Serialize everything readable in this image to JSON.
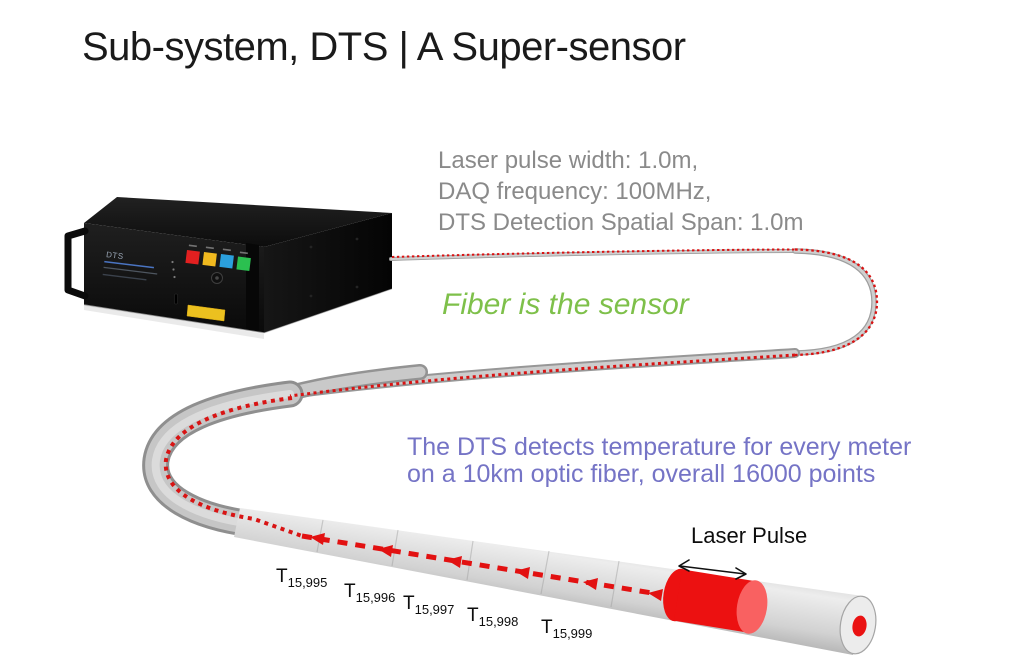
{
  "slide": {
    "title": "Sub-system, DTS | A Super-sensor"
  },
  "specs": {
    "lines": [
      "Laser pulse width: 1.0m,",
      "DAQ frequency: 100MHz,",
      "DTS Detection Spatial Span: 1.0m"
    ]
  },
  "fiber_caption": "Fiber is the sensor",
  "detection_caption": {
    "lines": [
      "The DTS detects temperature for every meter",
      "on a 10km optic fiber, overall 16000 points"
    ]
  },
  "laser_pulse": {
    "label": "Laser Pulse"
  },
  "temps": [
    {
      "base": "T",
      "sub": "15,995"
    },
    {
      "base": "T",
      "sub": "15,996"
    },
    {
      "base": "T",
      "sub": "15,997"
    },
    {
      "base": "T",
      "sub": "15,998"
    },
    {
      "base": "T",
      "sub": "15,999"
    }
  ],
  "device": {
    "panel_text": "DTS",
    "indicator_colors": [
      "#e32020",
      "#f0b91f",
      "#2ba0dd",
      "#2bc050"
    ],
    "label_color": "#ecc11f"
  },
  "colors": {
    "title_text": "#1a1a1a",
    "specs_text": "#8a8a8a",
    "fiber_caption_text": "#7ec04a",
    "detection_caption_text": "#7574c6",
    "laser_red": "#ec1111",
    "dotted_red": "#da1212",
    "fiber_gray": "#c6c6c6"
  }
}
